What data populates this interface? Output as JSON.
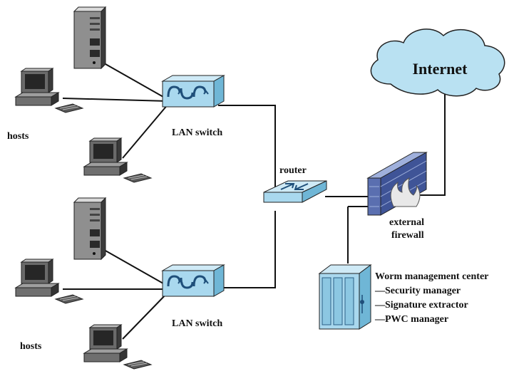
{
  "labels": {
    "internet": "Internet",
    "router": "router",
    "lan_switch_top": "LAN switch",
    "lan_switch_bottom": "LAN switch",
    "hosts_top": "hosts",
    "hosts_bottom": "hosts",
    "firewall_line1": "external",
    "firewall_line2": "firewall",
    "wmc_title": "Worm management center",
    "wmc_items": [
      "—Security manager",
      "—Signature extractor",
      "—PWC manager"
    ]
  },
  "icons": {
    "cloud": "cloud-icon",
    "server": "server-tower-icon",
    "workstation": "desktop-computer-icon",
    "switch": "lan-switch-icon",
    "router": "router-icon",
    "firewall": "firewall-icon",
    "management": "management-server-icon"
  },
  "colors": {
    "device_blue": "#a9d8ee",
    "device_blue_dark": "#6fb6d6",
    "cloud_fill": "#b9e1f2",
    "firewall_blue": "#5a6fb0",
    "computer_gray": "#5a5a5a",
    "wire": "#111111"
  }
}
